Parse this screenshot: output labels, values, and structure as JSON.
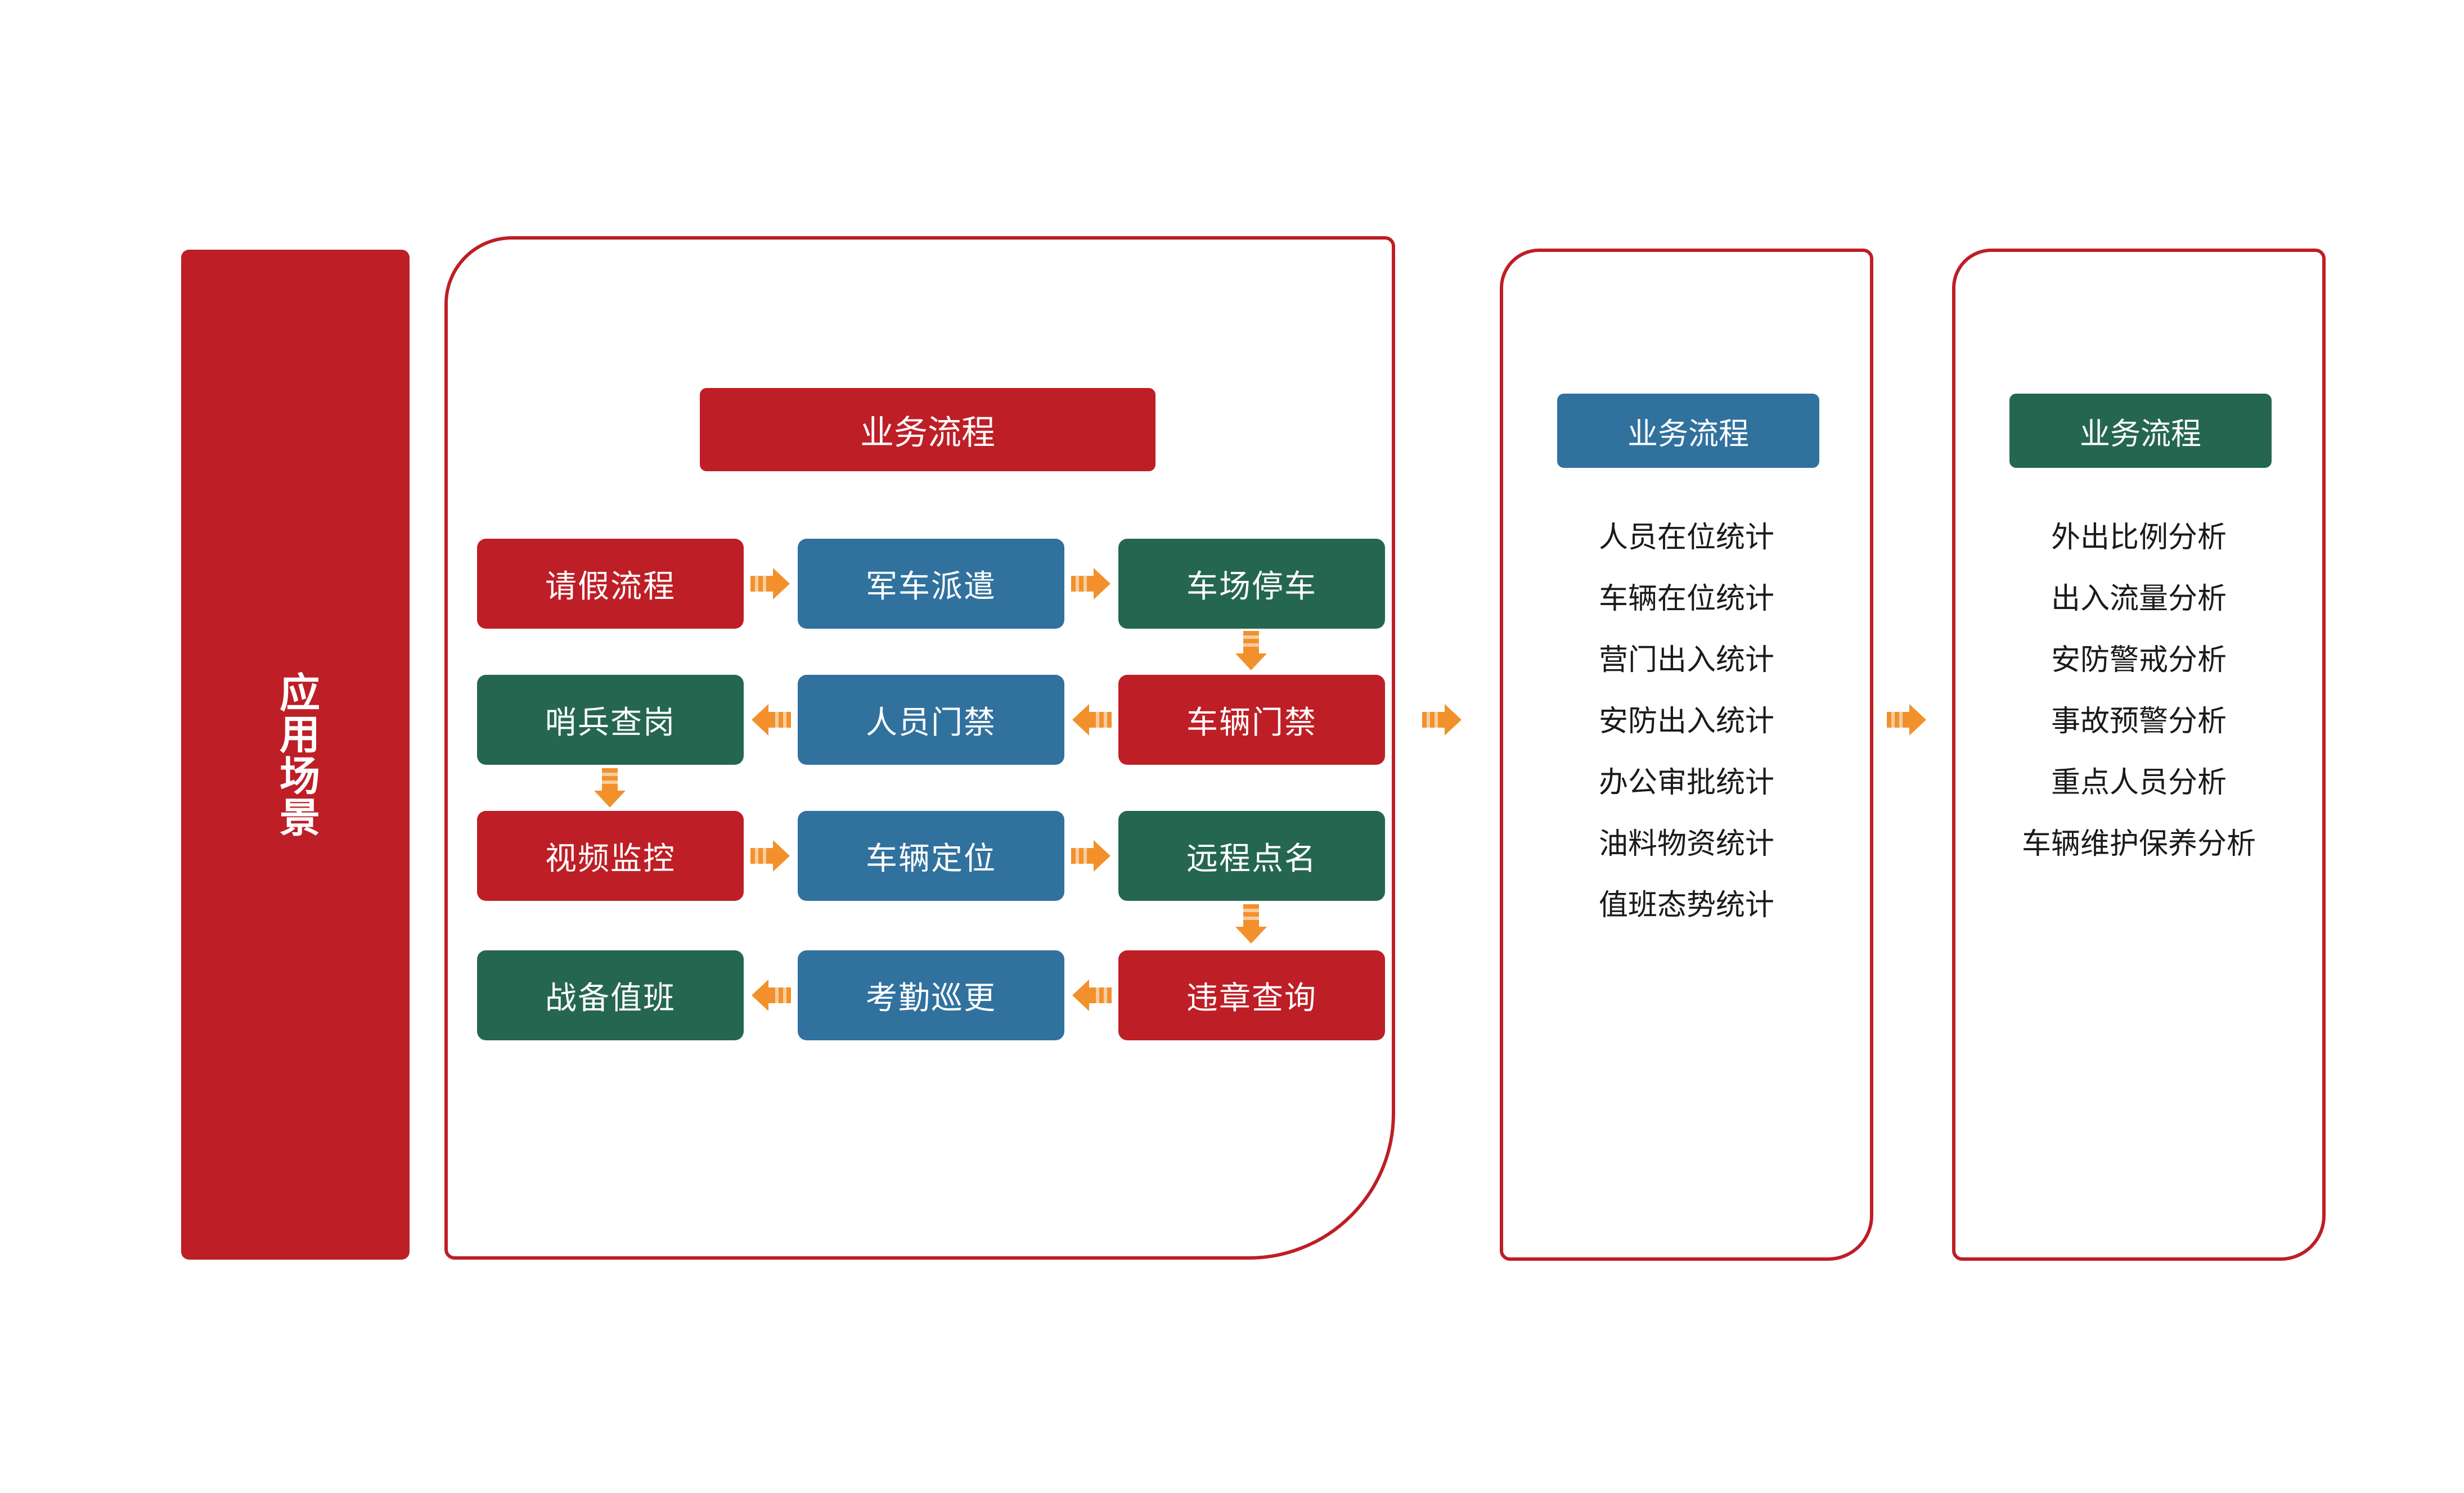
{
  "banner": {
    "label": "应用场景"
  },
  "colors": {
    "red": "#BE1E26",
    "blue": "#31719E",
    "green": "#256651",
    "arrow_orange": "#F2912C",
    "panel_border": "#BE1E26",
    "text_dark": "#1A1A1A",
    "text_light": "#FFFFFF"
  },
  "panels": {
    "flow": {
      "header": "业务流程",
      "header_color": "#BE1E26",
      "rows": [
        {
          "direction": "right",
          "boxes": [
            {
              "label": "请假流程",
              "color": "red"
            },
            {
              "label": "军车派遣",
              "color": "blue"
            },
            {
              "label": "车场停车",
              "color": "green"
            }
          ]
        },
        {
          "direction": "left",
          "boxes": [
            {
              "label": "哨兵查岗",
              "color": "green"
            },
            {
              "label": "人员门禁",
              "color": "blue"
            },
            {
              "label": "车辆门禁",
              "color": "red"
            }
          ]
        },
        {
          "direction": "right",
          "boxes": [
            {
              "label": "视频监控",
              "color": "red"
            },
            {
              "label": "车辆定位",
              "color": "blue"
            },
            {
              "label": "远程点名",
              "color": "green"
            }
          ]
        },
        {
          "direction": "left",
          "boxes": [
            {
              "label": "战备值班",
              "color": "green"
            },
            {
              "label": "考勤巡更",
              "color": "blue"
            },
            {
              "label": "违章查询",
              "color": "red"
            }
          ]
        }
      ]
    },
    "stats": {
      "header": "业务流程",
      "header_color": "#31719E",
      "items": [
        "人员在位统计",
        "车辆在位统计",
        "营门出入统计",
        "安防出入统计",
        "办公审批统计",
        "油料物资统计",
        "值班态势统计"
      ]
    },
    "analysis": {
      "header": "业务流程",
      "header_color": "#256651",
      "items": [
        "外出比例分析",
        "出入流量分析",
        "安防警戒分析",
        "事故预警分析",
        "重点人员分析",
        "车辆维护保养分析"
      ]
    }
  },
  "connectors": {
    "flow_to_stats": "right-arrow",
    "stats_to_analysis": "right-arrow"
  }
}
